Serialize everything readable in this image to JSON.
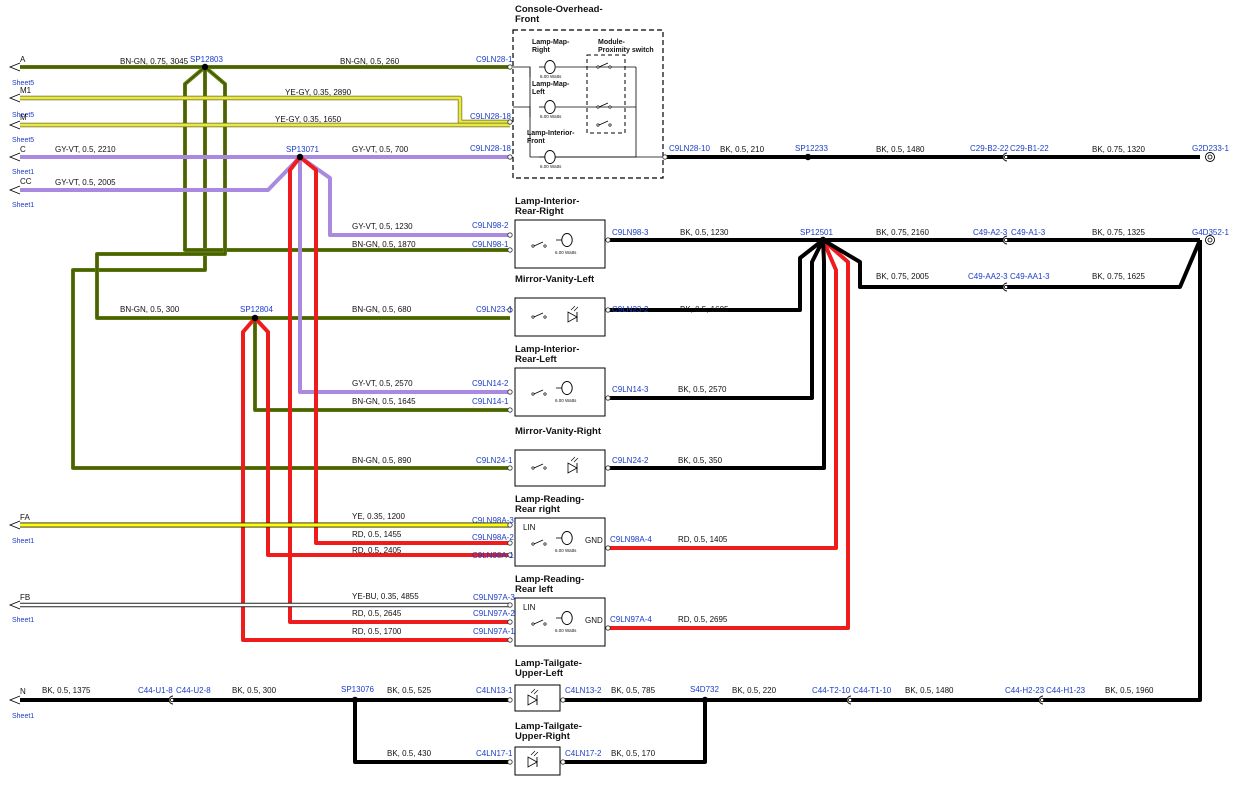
{
  "colors": {
    "bn_gn": "#5a7d0a",
    "bn_gn_core": "#3d2c0b",
    "ye_gy": "#e8e84a",
    "gy_vt": "#a98ae0",
    "bk": "#000000",
    "rd": "#ee1c1c",
    "ye": "#ffff00",
    "connector_text": "#1a3cc8"
  },
  "inputs": [
    {
      "id": "A",
      "sheet": "Sheet5"
    },
    {
      "id": "M1",
      "sheet": "Sheet5"
    },
    {
      "id": "C",
      "sheet": "Sheet1"
    },
    {
      "id": "CC",
      "sheet": "Sheet1"
    },
    {
      "id": "FA",
      "sheet": "Sheet1"
    },
    {
      "id": "FB",
      "sheet": "Sheet1"
    },
    {
      "id": "N",
      "sheet": "Sheet1"
    }
  ],
  "splices": [
    "SP12803",
    "SP13071",
    "SP12804",
    "SP12501",
    "SP12233",
    "SP13076",
    "S4D732"
  ],
  "components": {
    "console_overhead": "Console-Overhead-\nFront",
    "lamp_map_right": "Lamp-Map-\nRight",
    "lamp_map_left": "Lamp-Map-\nLeft",
    "module_proximity": "Module-\nProximity switch",
    "lamp_interior_front": "Lamp-Interior-\nFront",
    "lamp_interior_rear_right": "Lamp-Interior-\nRear-Right",
    "mirror_vanity_left": "Mirror-Vanity-Left",
    "lamp_interior_rear_left": "Lamp-Interior-\nRear-Left",
    "mirror_vanity_right": "Mirror-Vanity-Right",
    "lamp_reading_rear_right": "Lamp-Reading-\nRear right",
    "lamp_reading_rear_left": "Lamp-Reading-\nRear left",
    "lamp_tailgate_upper_left": "Lamp-Tailgate-\nUpper-Left",
    "lamp_tailgate_upper_right": "Lamp-Tailgate-\nUpper-Right",
    "watts": "6.00 Watts",
    "lin": "LIN",
    "gnd": "GND"
  },
  "wire_labels": {
    "a_left": "BN-GN,  0.75,  3045",
    "a_right": "BN-GN,  0.5,  260",
    "m1_left": "YE-GY,  0.35,  2890",
    "m1_right": "YE-GY,  0.35,  1650",
    "c_left": "GY-VT,  0.5,  2210",
    "c_right": "GY-VT,  0.5,  700",
    "cc": "GY-VT,  0.5,  2005",
    "rr_gy": "GY-VT,  0.5,  1230",
    "rr_bn": "BN-GN,  0.5,  1870",
    "sp12804_left": "BN-GN,  0.5,  300",
    "mvl_bn": "BN-GN,  0.5,  680",
    "rl_gy": "GY-VT,  0.5,  2570",
    "rl_bn": "BN-GN,  0.5,  1645",
    "mvr_bn": "BN-GN,  0.5,  890",
    "fa_ye": "YE,  0.35,  1200",
    "rdr_rd1": "RD,  0.5,  1455",
    "rdr_rd2": "RD,  0.5,  2405",
    "fb_yebu": "YE-BU,  0.35,  4855",
    "rdl_rd1": "RD,  0.5,  2645",
    "rdl_rd2": "RD,  0.5,  1700",
    "front_bk1": "BK,  0.5,  210",
    "front_bk2": "BK,  0.5,  1480",
    "front_bk3": "BK,  0.75,  1320",
    "rr_bk": "BK,  0.5,  1230",
    "main_bk1": "BK,  0.75,  2160",
    "main_bk2": "BK,  0.75,  1325",
    "main_bk3": "BK,  0.75,  2005",
    "main_bk4": "BK,  0.75,  1625",
    "mvl_bk": "BK,  0.5,  1605",
    "rl_bk": "BK,  0.5,  2570",
    "mvr_bk": "BK,  0.5,  350",
    "rdr_rd_out": "RD,  0.5,  1405",
    "rdl_rd_out": "RD,  0.5,  2695",
    "n_bk1": "BK,  0.5,  1375",
    "n_bk2": "BK,  0.5,  300",
    "n_bk3": "BK,  0.5,  525",
    "n_bk4": "BK,  0.5,  785",
    "n_bk5": "BK,  0.5,  220",
    "n_bk6": "BK,  0.5,  1480",
    "n_bk7": "BK,  0.5,  1960",
    "tg_bk1": "BK,  0.5,  430",
    "tg_bk2": "BK,  0.5,  170"
  },
  "connectors": {
    "c9ln28_1": "C9LN28-1",
    "c9ln28_18a": "C9LN28-18",
    "c9ln28_18b": "C9LN28-18",
    "c9ln28_10": "C9LN28-10",
    "c29_b2_22": "C29-B2-22",
    "c29_b1_22": "C29-B1-22",
    "g2d233": "G2D233-1",
    "c9ln98_2": "C9LN98-2",
    "c9ln98_1": "C9LN98-1",
    "c9ln98_3": "C9LN98-3",
    "c49_a2_3": "C49-A2-3",
    "c49_a1_3": "C49-A1-3",
    "g4d352": "G4D352-1",
    "c49_aa2_3": "C49-AA2-3",
    "c49_aa1_3": "C49-AA1-3",
    "c9ln23_1": "C9LN23-1",
    "c9ln23_2": "C9LN23-2",
    "c9ln14_2": "C9LN14-2",
    "c9ln14_1": "C9LN14-1",
    "c9ln14_3": "C9LN14-3",
    "c9ln24_1": "C9LN24-1",
    "c9ln24_2": "C9LN24-2",
    "c9ln98a_3": "C9LN98A-3",
    "c9ln98a_2": "C9LN98A-2",
    "c9ln98a_1": "C9LN98A-1",
    "c9ln98a_4": "C9LN98A-4",
    "c9ln97a_3": "C9LN97A-3",
    "c9ln97a_2": "C9LN97A-2",
    "c9ln97a_1": "C9LN97A-1",
    "c9ln97a_4": "C9LN97A-4",
    "c44_u1_8": "C44-U1-8",
    "c44_u2_8": "C44-U2-8",
    "c4ln13_1": "C4LN13-1",
    "c4ln13_2": "C4LN13-2",
    "c44_t2_10": "C44-T2-10",
    "c44_t1_10": "C44-T1-10",
    "c44_h2_23": "C44-H2-23",
    "c44_h1_23": "C44-H1-23",
    "c4ln17_1": "C4LN17-1",
    "c4ln17_2": "C4LN17-2"
  }
}
